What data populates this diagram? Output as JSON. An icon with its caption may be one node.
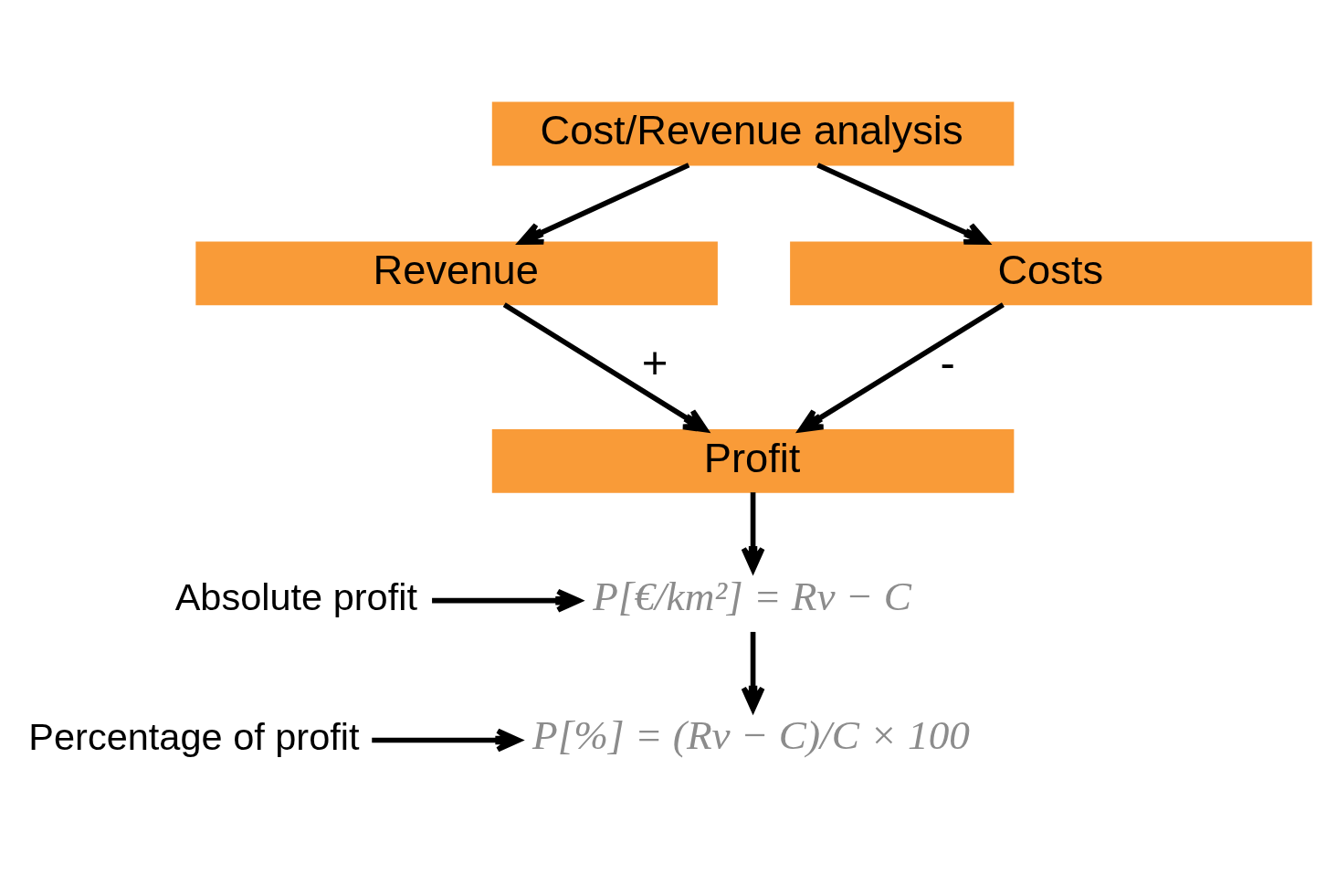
{
  "diagram": {
    "nodes": [
      {
        "text": [
          "Cost/Revenue analysis"
        ]
      },
      {
        "text": [
          "Revenue"
        ]
      },
      {
        "text": [
          "Costs"
        ]
      },
      {
        "text": [
          "Profit"
        ]
      },
      {
        "text": [
          "P[€/km²] = Rv − C"
        ]
      },
      {
        "text": [
          "P[%] = (Rv − C)/C × 100"
        ]
      },
      {
        "text": [
          "Absolute profit"
        ]
      },
      {
        "text": [
          "Percentage of profit"
        ]
      }
    ],
    "edges": [
      {
        "from": 0,
        "to": 1,
        "arrow": "to"
      },
      {
        "from": 0,
        "to": 2,
        "arrow": "to"
      },
      {
        "from": 1,
        "to": 3,
        "arrow": "to",
        "label": "+"
      },
      {
        "from": 2,
        "to": 3,
        "arrow": "to",
        "label": "-"
      },
      {
        "from": 3,
        "to": 4,
        "arrow": "to"
      },
      {
        "from": 4,
        "to": 5,
        "arrow": "to"
      },
      {
        "from": 6,
        "to": 4,
        "arrow": "to"
      },
      {
        "from": 7,
        "to": 5,
        "arrow": "to"
      }
    ]
  }
}
